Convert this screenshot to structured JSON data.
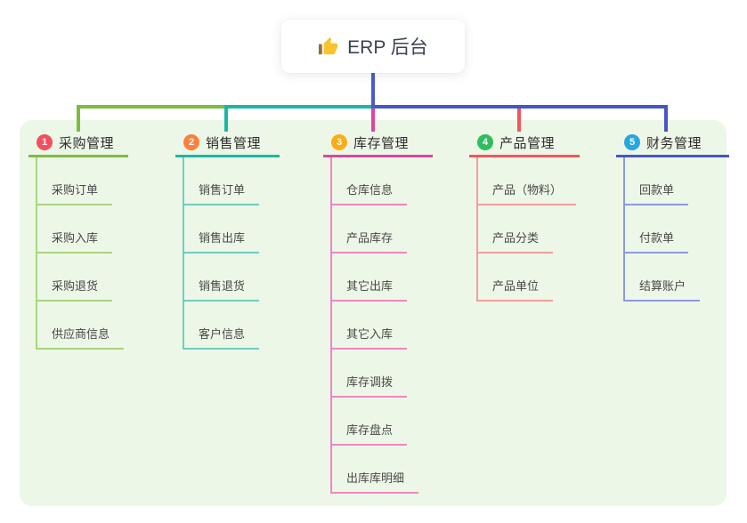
{
  "canvas": {
    "background": "#ffffff",
    "panel_background": "#edf7e7",
    "root_connector_color": "#4a5cc6"
  },
  "root": {
    "title": "ERP 后台",
    "icon": "thumbs-up-icon"
  },
  "branches": [
    {
      "label": "采购管理",
      "badge": "1",
      "colors": {
        "badge": "#f34f5f",
        "line": "#7dbc41",
        "child_line": "#a9d57f"
      },
      "children": [
        "采购订单",
        "采购入库",
        "采购退货",
        "供应商信息"
      ]
    },
    {
      "label": "销售管理",
      "badge": "2",
      "colors": {
        "badge": "#f9813f",
        "line": "#17b9a6",
        "child_line": "#6fccbe"
      },
      "children": [
        "销售订单",
        "销售出库",
        "销售退货",
        "客户信息"
      ]
    },
    {
      "label": "库存管理",
      "badge": "3",
      "colors": {
        "badge": "#fcac17",
        "line": "#dd459f",
        "child_line": "#ef86c3"
      },
      "children": [
        "仓库信息",
        "产品库存",
        "其它出库",
        "其它入库",
        "库存调拨",
        "库存盘点",
        "出库库明细"
      ]
    },
    {
      "label": "产品管理",
      "badge": "4",
      "colors": {
        "badge": "#2ebd5f",
        "line": "#f2555c",
        "child_line": "#f59e9b"
      },
      "children": [
        "产品（物料）",
        "产品分类",
        "产品单位"
      ]
    },
    {
      "label": "财务管理",
      "badge": "5",
      "colors": {
        "badge": "#29a6df",
        "line": "#4457c5",
        "child_line": "#8b9ae2"
      },
      "children": [
        "回款单",
        "付款单",
        "结算账户"
      ]
    }
  ]
}
